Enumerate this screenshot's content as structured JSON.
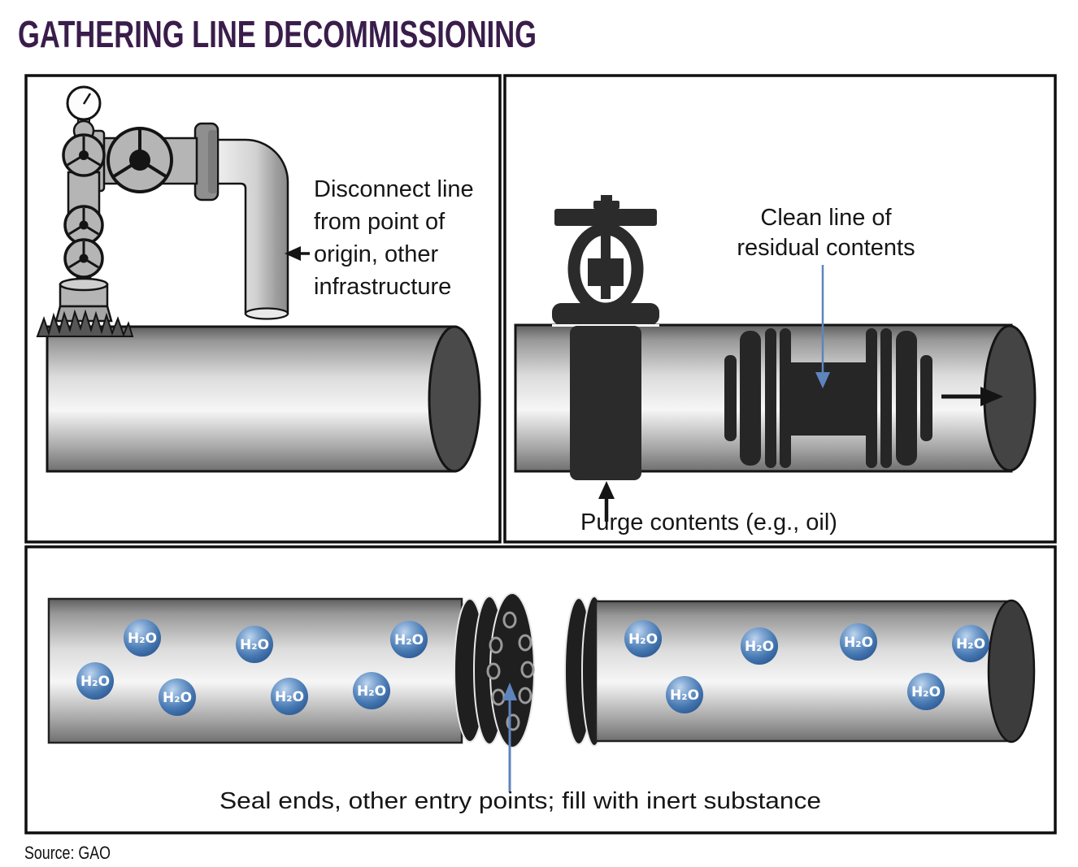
{
  "title": "GATHERING LINE DECOMMISSIONING",
  "source_note": "Source: GAO",
  "colors": {
    "title_purple": "#3a1d4b",
    "pointer_blue": "#5d84bd",
    "silhouette_dark": "#2b2b2b",
    "pipe_end_dark": "#474747",
    "molecule_blue": "#4678b2"
  },
  "disconnect_panel": {
    "label_lines": [
      "Disconnect line",
      "from point of",
      "origin, other",
      "infrastructure"
    ]
  },
  "clean_panel": {
    "clean_label_lines": [
      "Clean line of",
      "residual contents"
    ],
    "purge_label": "Purge contents (e.g., oil)"
  },
  "seal_panel": {
    "label": "Seal ends, other entry points; fill with inert substance",
    "molecule_label": "H₂O",
    "left_pipe_molecule_count": 7,
    "right_pipe_molecule_count": 6
  }
}
